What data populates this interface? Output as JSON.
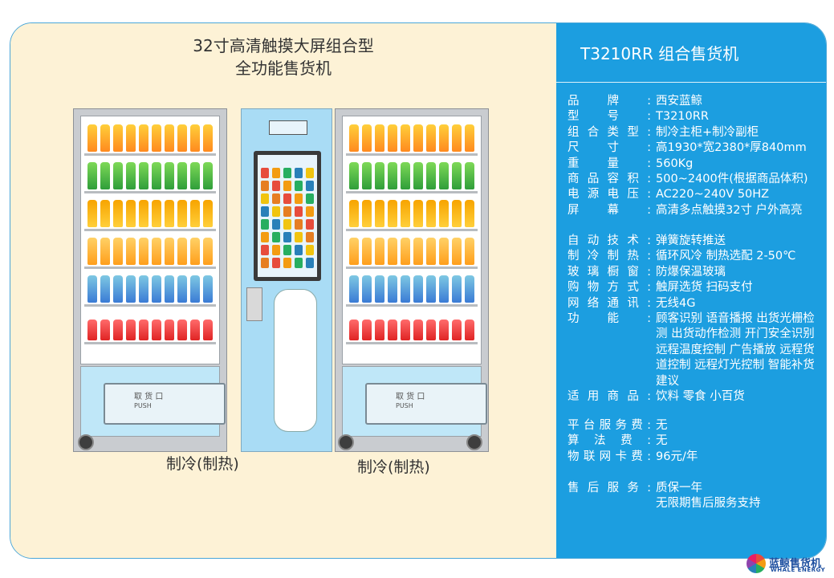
{
  "left": {
    "title_line1": "32寸高清触摸大屏组合型",
    "title_line2": "全功能售货机",
    "caption_left": "制冷(制热)",
    "caption_right": "制冷(制热)",
    "push_cn": "取 货 口",
    "push_en": "PUSH"
  },
  "right": {
    "title": "T3210RR 组合售货机",
    "specs": [
      {
        "key": "品牌:",
        "value": "西安蓝鲸"
      },
      {
        "key": "型号:",
        "value": "T3210RR"
      },
      {
        "key": "组合类型:",
        "value": "制冷主柜+制冷副柜"
      },
      {
        "key": "尺寸:",
        "value": "高1930*宽2380*厚840mm"
      },
      {
        "key": "重量:",
        "value": "560Kg"
      },
      {
        "key": "商品容积:",
        "value": "500~2400件(根据商品体积)"
      },
      {
        "key": "电源电压:",
        "value": "AC220~240V 50HZ"
      },
      {
        "key": "屏幕:",
        "value": "高清多点触摸32寸 户外高亮"
      }
    ],
    "specs2": [
      {
        "key": "自动技术:",
        "value": "弹簧旋转推送"
      },
      {
        "key": "制冷制热:",
        "value": "循环风冷 制热选配 2-50℃"
      },
      {
        "key": "玻璃橱窗:",
        "value": "防爆保温玻璃"
      },
      {
        "key": "购物方式:",
        "value": "触屏选货 扫码支付"
      },
      {
        "key": "网络通讯:",
        "value": "无线4G"
      },
      {
        "key": "功能:",
        "value": "顾客识别 语音播报 出货光栅检测 出货动作检测 开门安全识别 远程温度控制 广告播放 远程货道控制 远程灯光控制 智能补货建议"
      },
      {
        "key": "适用商品:",
        "value": "饮料 零食 小百货"
      }
    ],
    "specs3": [
      {
        "key": "平台服务费:",
        "value": "无"
      },
      {
        "key": "算法费:",
        "value": "无"
      },
      {
        "key": "物联网卡费:",
        "value": "96元/年"
      }
    ],
    "specs4": [
      {
        "key": "售后服务:",
        "value": "质保一年"
      },
      {
        "key": "",
        "value": "无限期售后服务支持"
      }
    ]
  },
  "brand": {
    "name_cn": "蓝鲸售货机",
    "name_en": "WHALE ENERGY"
  },
  "colors": {
    "panel_blue": "#1c9ee0",
    "cream": "#fdf2d6"
  }
}
